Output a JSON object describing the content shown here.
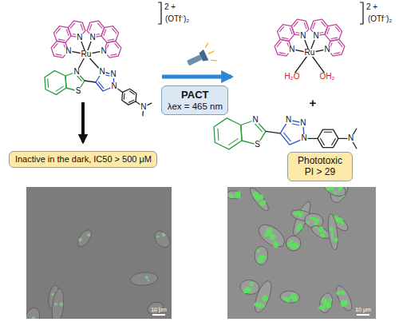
{
  "diagram": {
    "nodes": [
      {
        "text": [
          "PACT",
          "λex = 465 nm"
        ]
      },
      {
        "text": [
          "Inactive in the dark, IC50 > 500 μM"
        ]
      },
      {
        "text": [
          "Phototoxic PI > 29"
        ]
      }
    ],
    "labels": [
      "2 +",
      "(OTf⁻)₂",
      "Ru",
      "N",
      "N",
      "N",
      "N",
      "N",
      "S",
      "N",
      "N",
      "N",
      "N",
      "2 +",
      "(OTf⁻)₂",
      "Ru",
      "N",
      "N",
      "N",
      "N",
      "H₂O",
      "OH₂",
      "+",
      "N",
      "S",
      "N",
      "N",
      "N",
      "N",
      "10 μm",
      "10 μm"
    ]
  }
}
